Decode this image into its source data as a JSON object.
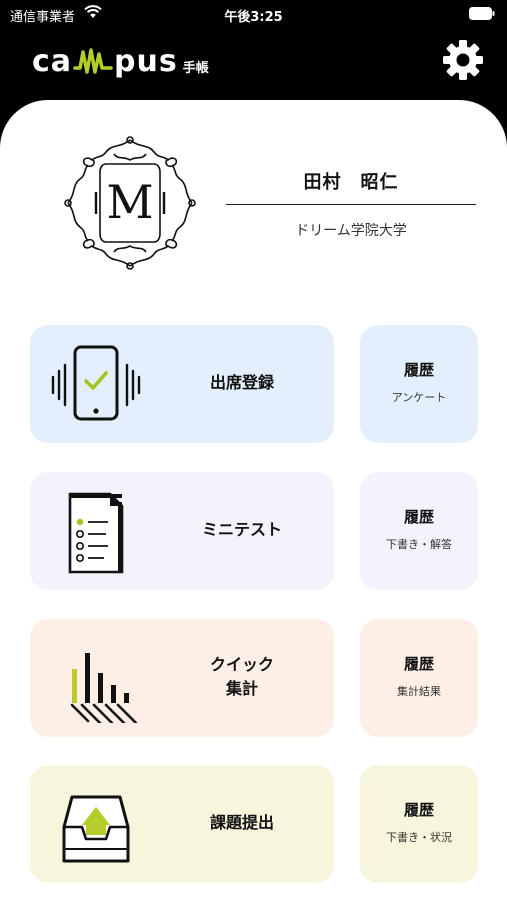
{
  "status_bar": {
    "carrier": "通信事業者",
    "time": "午後3:25"
  },
  "header": {
    "logo_text_a": "ca",
    "logo_text_b": "pus",
    "logo_sub": "手帳"
  },
  "profile": {
    "emblem_letter": "M",
    "name": "田村　昭仁",
    "school": "ドリーム学院大学"
  },
  "colors": {
    "attendance": "#e3effc",
    "minitest": "#f3f3fb",
    "quick": "#fdefe5",
    "assignment": "#f7f6dd",
    "accent_green": "#b5cc2a",
    "check_green": "#a3c41a"
  },
  "menu": [
    {
      "label": "出席登録",
      "icon": "phone-check-icon",
      "history_title": "履歴",
      "history_sub": "アンケート"
    },
    {
      "label": "ミニテスト",
      "icon": "checklist-document-icon",
      "history_title": "履歴",
      "history_sub": "下書き・解答"
    },
    {
      "label_line1": "クイック",
      "label_line2": "集計",
      "icon": "bar-chart-icon",
      "history_title": "履歴",
      "history_sub": "集計結果"
    },
    {
      "label": "課題提出",
      "icon": "submission-tray-icon",
      "history_title": "履歴",
      "history_sub": "下書き・状況"
    }
  ]
}
